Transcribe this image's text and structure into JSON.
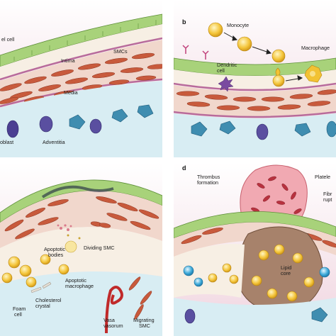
{
  "panels": {
    "a": {
      "letter": "",
      "labels": {
        "endothelial": "el cell",
        "intima": "Intima",
        "smcs": "SMCs",
        "media": "Media",
        "adventitia": "Adventitia",
        "fibroblast": "oblast"
      }
    },
    "b": {
      "letter": "b",
      "labels": {
        "monocyte": "Monocyte",
        "macrophage": "Macrophage",
        "dendritic_line1": "Dendritic",
        "dendritic_line2": "cell"
      }
    },
    "c": {
      "letter": "",
      "labels": {
        "apoptotic_bodies_line1": "Apoptotic",
        "apoptotic_bodies_line2": "bodies",
        "dividing_smc": "Dividing SMC",
        "apoptotic_macrophage_line1": "Apoptotic",
        "apoptotic_macrophage_line2": "macrophage",
        "foam_cell_line1": "Foam",
        "foam_cell_line2": "cell",
        "cholesterol_crystal_line1": "Cholesterol",
        "cholesterol_crystal_line2": "crystal",
        "vasa_vasorum_line1": "Vasa",
        "vasa_vasorum_line2": "vasorum",
        "migrating_smc_line1": "Migrating",
        "migrating_smc_line2": "SMC"
      }
    },
    "d": {
      "letter": "d",
      "labels": {
        "thrombus_line1": "Thrombus",
        "thrombus_line2": "formation",
        "platelets": "Platele",
        "fibrous_line1": "Fibr",
        "fibrous_line2": "rupt",
        "lipid_core_line1": "Lipid",
        "lipid_core_line2": "core"
      }
    }
  },
  "colors": {
    "lumen": "#f3dde6",
    "endothelium": "#9fcb6b",
    "intima_band": "#f6efe6",
    "smc": "#c85a3c",
    "media_band": "#f2d9cf",
    "adventitia_band": "#d6ecf2",
    "fibroblast": "#5a4fa0",
    "adventitia_cell": "#3f8db0",
    "monocyte": "#f2c233",
    "plaque": "#a7826b",
    "platelets": "#e07f8b",
    "calcium_blue": "#3aa8d8"
  }
}
